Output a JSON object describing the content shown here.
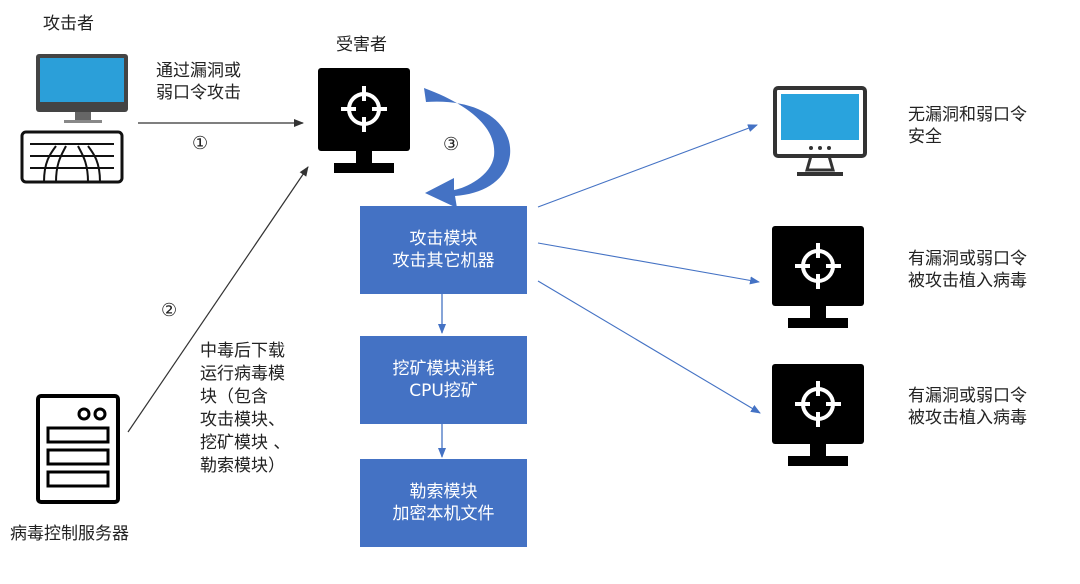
{
  "attacker": {
    "label": "攻击者",
    "icon": "computer-keyboard-icon"
  },
  "victim": {
    "label": "受害者",
    "icon": "target-monitor-icon"
  },
  "c2_server": {
    "label": "病毒控制服务器",
    "icon": "server-icon"
  },
  "edges": {
    "exploit_label": "通过漏洞或\n弱口令攻击",
    "download_label": "中毒后下载\n运行病毒模\n块（包含\n攻击模块、\n挖矿模块 、\n勒索模块）"
  },
  "steps": {
    "step1": "①",
    "step2": "②",
    "step3": "③"
  },
  "modules": [
    {
      "label": "攻击模块\n攻击其它机器"
    },
    {
      "label": "挖矿模块消耗\nCPU挖矿"
    },
    {
      "label": "勒索模块\n加密本机文件"
    }
  ],
  "targets": [
    {
      "label": "无漏洞和弱口令\n安全",
      "icon": "safe-monitor-icon"
    },
    {
      "label": "有漏洞或弱口令\n被攻击植入病毒",
      "icon": "target-monitor-icon"
    },
    {
      "label": "有漏洞或弱口令\n被攻击植入病毒",
      "icon": "target-monitor-icon"
    }
  ],
  "colors": {
    "module_fill": "#4472c4",
    "arrow": "#4472c4",
    "safe_screen": "#29a3dd",
    "icon_dark": "#000000"
  }
}
